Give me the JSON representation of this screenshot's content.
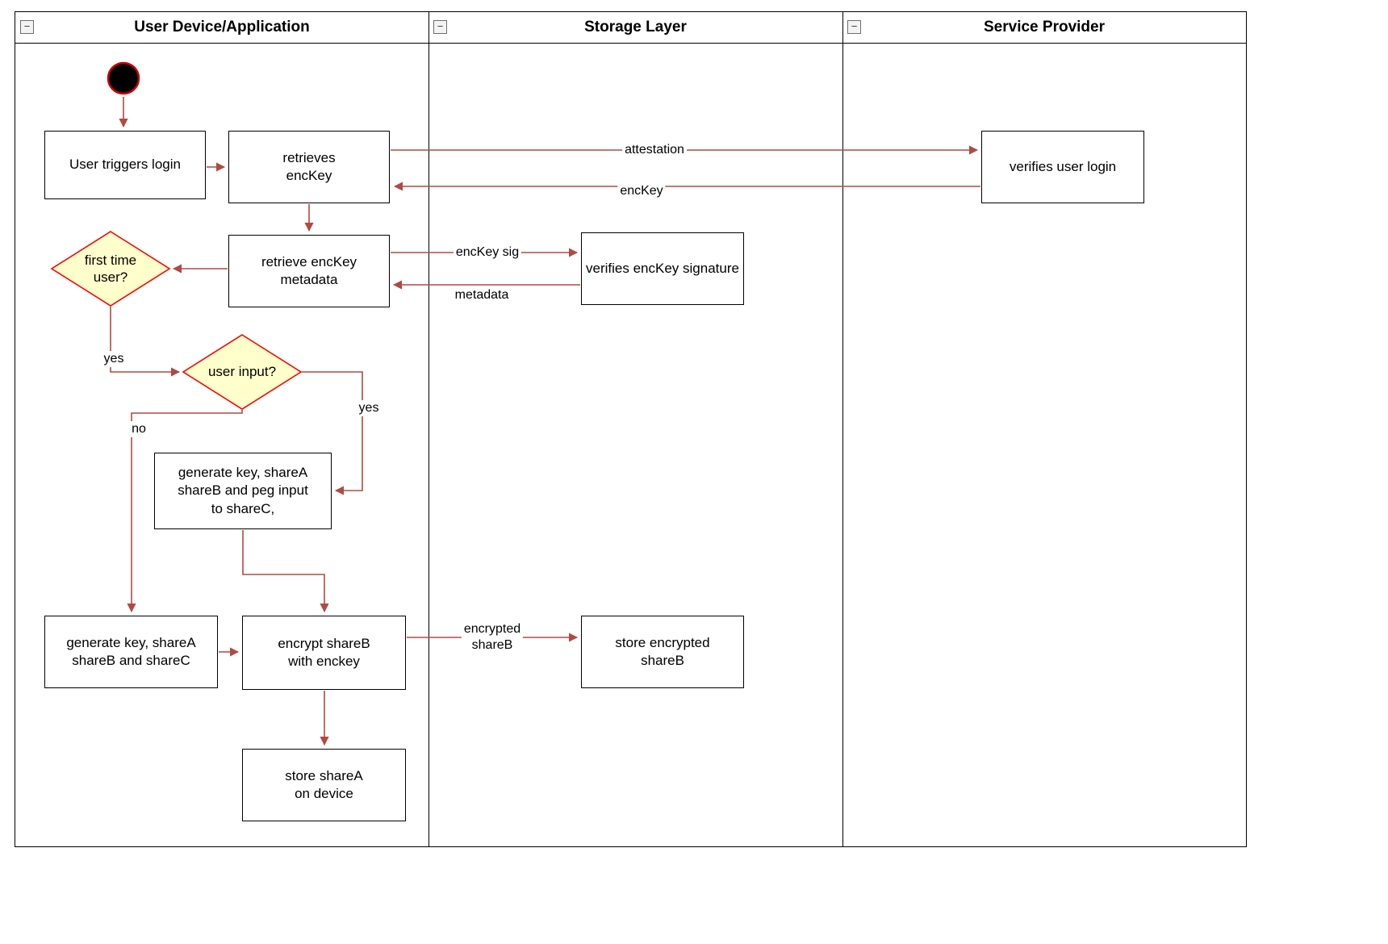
{
  "lanes": [
    {
      "title": "User Device/Application"
    },
    {
      "title": "Storage Layer"
    },
    {
      "title": "Service Provider"
    }
  ],
  "icons": {
    "collapse_glyph": "−"
  },
  "nodes": {
    "user_triggers_login": "User triggers login",
    "retrieves_enckey": "retrieves\nencKey",
    "verifies_user_login": "verifies user login",
    "retrieve_enckey_metadata": "retrieve encKey\nmetadata",
    "verifies_enckey_signature": "verifies encKey signature",
    "first_time_user": "first time\nuser?",
    "user_input": "user input?",
    "generate_key_peg_input": "generate key, shareA\nshareB and peg input\nto shareC,",
    "generate_key_sharec": "generate key, shareA\nshareB and shareC",
    "encrypt_shareb": "encrypt shareB\nwith enckey",
    "store_encrypted_shareb": "store encrypted\nshareB",
    "store_sharea_device": "store shareA\non device"
  },
  "edge_labels": {
    "attestation": "attestation",
    "enckey": "encKey",
    "enckey_sig": "encKey sig",
    "metadata": "metadata",
    "first_time_yes": "yes",
    "user_input_no": "no",
    "user_input_yes": "yes",
    "encrypted_shareb": "encrypted\nshareB"
  },
  "colors": {
    "arrow": "#b04a42",
    "decision_border": "#ff0000",
    "decision_fill": "#ffffcc",
    "node_border": "#000000",
    "node_fill": "#ffffff",
    "start_fill": "#000000",
    "start_border": "#cc0000"
  }
}
